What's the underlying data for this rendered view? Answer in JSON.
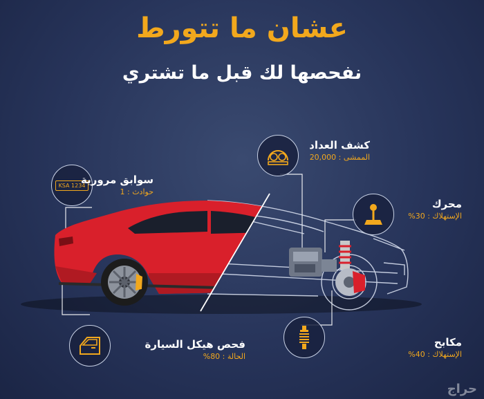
{
  "header": {
    "title": "عشان ما تتورط",
    "subtitle": "نفحصها لك قبل ما تشتري"
  },
  "features": {
    "odometer": {
      "title": "كشف العداد",
      "detail": "الممشى : 20,000",
      "icon": "speedometer-icon"
    },
    "engine": {
      "title": "محرك",
      "detail": "الإستهلاك : 30%",
      "icon": "gear-shift-icon"
    },
    "brakes": {
      "title": "مكابح",
      "detail": "الإستهلاك : 40%",
      "icon": "shock-absorber-icon"
    },
    "body": {
      "title": "فحص هيكل السيارة",
      "detail": "الحالة : 80%",
      "icon": "car-door-icon"
    },
    "traffic": {
      "title": "سوابق مرورية",
      "detail": "حوادث : 1",
      "plate": "KSA 1234",
      "icon": "license-plate-icon"
    }
  },
  "watermark": {
    "text": "حراج"
  },
  "colors": {
    "accent": "#f2a81d",
    "background": "#27345a",
    "car_body": "#d9202b"
  }
}
